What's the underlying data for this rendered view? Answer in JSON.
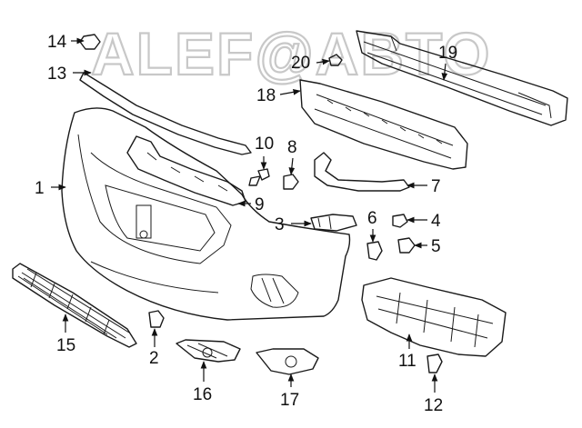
{
  "watermark": "ALEF@ABTO",
  "colors": {
    "line": "#1a1a1a",
    "watermark": "#c8c8c8",
    "background": "#ffffff"
  },
  "callouts": [
    {
      "id": "1",
      "label": "1"
    },
    {
      "id": "2",
      "label": "2"
    },
    {
      "id": "3",
      "label": "3"
    },
    {
      "id": "4",
      "label": "4"
    },
    {
      "id": "5",
      "label": "5"
    },
    {
      "id": "6",
      "label": "6"
    },
    {
      "id": "7",
      "label": "7"
    },
    {
      "id": "8",
      "label": "8"
    },
    {
      "id": "9",
      "label": "9"
    },
    {
      "id": "10",
      "label": "10"
    },
    {
      "id": "11",
      "label": "11"
    },
    {
      "id": "12",
      "label": "12"
    },
    {
      "id": "13",
      "label": "13"
    },
    {
      "id": "14",
      "label": "14"
    },
    {
      "id": "15",
      "label": "15"
    },
    {
      "id": "16",
      "label": "16"
    },
    {
      "id": "17",
      "label": "17"
    },
    {
      "id": "18",
      "label": "18"
    },
    {
      "id": "19",
      "label": "19"
    },
    {
      "id": "20",
      "label": "20"
    }
  ]
}
